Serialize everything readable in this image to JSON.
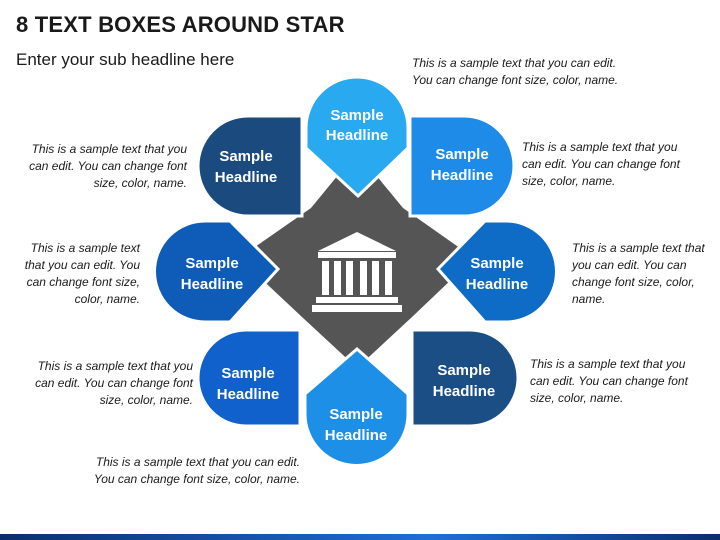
{
  "header": {
    "title": "8 TEXT BOXES AROUND STAR",
    "subtitle": "Enter your sub headline here"
  },
  "center": {
    "icon": "bank-building-icon"
  },
  "petals": [
    {
      "id": "top",
      "line1": "Sample",
      "line2": "Headline",
      "color": "#29A9F0"
    },
    {
      "id": "top-right",
      "line1": "Sample",
      "line2": "Headline",
      "color": "#1F8BE8"
    },
    {
      "id": "right",
      "line1": "Sample",
      "line2": "Headline",
      "color": "#0E6CC6"
    },
    {
      "id": "bottom-right",
      "line1": "Sample",
      "line2": "Headline",
      "color": "#1C4E86"
    },
    {
      "id": "bottom",
      "line1": "Sample",
      "line2": "Headline",
      "color": "#1E8FE6"
    },
    {
      "id": "bottom-left",
      "line1": "Sample",
      "line2": "Headline",
      "color": "#1061CC"
    },
    {
      "id": "left",
      "line1": "Sample",
      "line2": "Headline",
      "color": "#0E5CB8"
    },
    {
      "id": "top-left",
      "line1": "Sample",
      "line2": "Headline",
      "color": "#1A4A7E"
    }
  ],
  "notes": {
    "top": "This is a sample text that you can edit. You can change font size, color, name.",
    "top_right": "This is a sample text that you can edit. You can change font size, color, name.",
    "right": "This is a sample text that you can edit. You can change font size, color, name.",
    "bottom_right": "This is a sample text that you can edit. You can change font size, color, name.",
    "bottom": "This is a sample text that you can edit. You can change font size, color, name.",
    "bottom_left": "This is a sample text that you can edit. You can change font size, color, name.",
    "left": "This is a sample text that you can edit. You can change font size, color, name.",
    "top_left": "This is a sample text that you can edit. You can change font size, color, name."
  },
  "colors": {
    "star": "#555555",
    "petal_stroke": "#ffffff"
  }
}
